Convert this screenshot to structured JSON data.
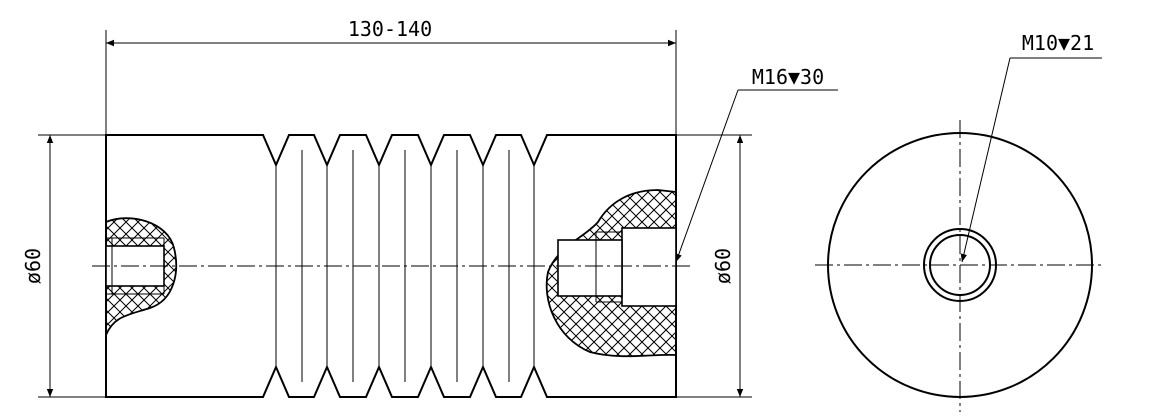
{
  "drawing": {
    "length_dimension": "130-140",
    "diameter_left": "ø60",
    "diameter_right": "ø60",
    "thread_large": "M16▼30",
    "thread_small": "M10▼21"
  }
}
